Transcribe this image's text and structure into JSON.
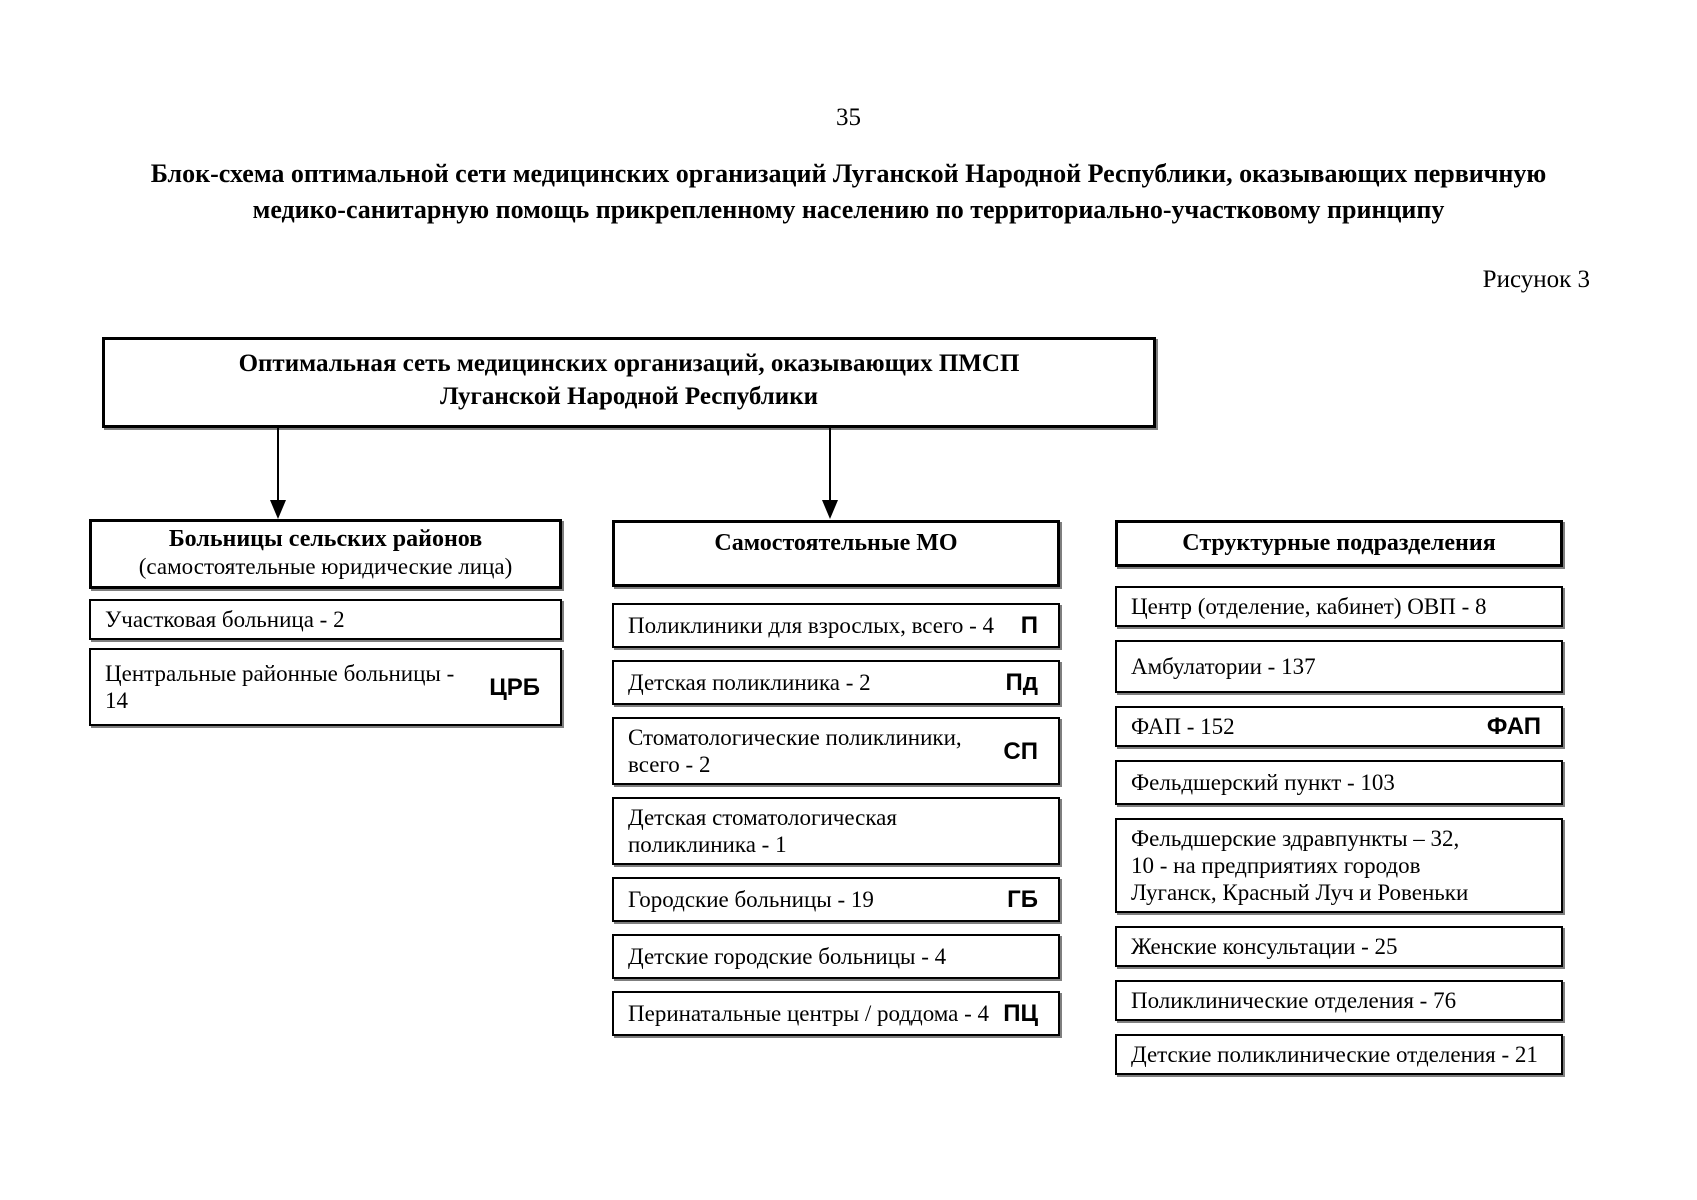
{
  "page": {
    "number": "35",
    "title": "Блок-схема оптимальной сети медицинских организаций Луганской Народной Республики, оказывающих первичную медико-санитарную помощь прикрепленному населению по территориально-участковому принципу",
    "figure_caption": "Рисунок 3"
  },
  "root_box": {
    "line1": "Оптимальная сеть медицинских организаций, оказывающих ПМСП",
    "line2": "Луганской Народной Республики"
  },
  "columns": [
    {
      "header": {
        "title": "Больницы сельских районов",
        "subtitle": "(самостоятельные юридические лица)"
      },
      "items": [
        {
          "text": "Участковая больница - 2",
          "abbr": ""
        },
        {
          "text": "Центральные районные больницы - 14",
          "abbr": "ЦРБ"
        }
      ]
    },
    {
      "header": {
        "title": "Самостоятельные МО",
        "subtitle": ""
      },
      "items": [
        {
          "text": "Поликлиники для взрослых, всего - 4",
          "abbr": "П"
        },
        {
          "text": "Детская поликлиника - 2",
          "abbr": "Пд"
        },
        {
          "text": "Стоматологические поликлиники,\nвсего - 2",
          "abbr": "СП"
        },
        {
          "text": "Детская стоматологическая\nполиклиника - 1",
          "abbr": ""
        },
        {
          "text": "Городские больницы - 19",
          "abbr": "ГБ"
        },
        {
          "text": "Детские городские больницы - 4",
          "abbr": ""
        },
        {
          "text": "Перинатальные центры / роддома - 4",
          "abbr": "ПЦ"
        }
      ]
    },
    {
      "header": {
        "title": "Структурные подразделения",
        "subtitle": ""
      },
      "items": [
        {
          "text": "Центр (отделение, кабинет) ОВП - 8",
          "abbr": ""
        },
        {
          "text": "Амбулатории - 137",
          "abbr": ""
        },
        {
          "text": "ФАП - 152",
          "abbr": "ФАП"
        },
        {
          "text": "Фельдшерский пункт  - 103",
          "abbr": ""
        },
        {
          "text": "Фельдшерские здравпункты – 32,\n10 - на предприятиях городов\nЛуганск, Красный Луч и Ровеньки",
          "abbr": ""
        },
        {
          "text": "Женские консультации - 25",
          "abbr": ""
        },
        {
          "text": "Поликлинические отделения - 76",
          "abbr": ""
        },
        {
          "text": "Детские поликлинические отделения - 21",
          "abbr": ""
        }
      ]
    }
  ]
}
